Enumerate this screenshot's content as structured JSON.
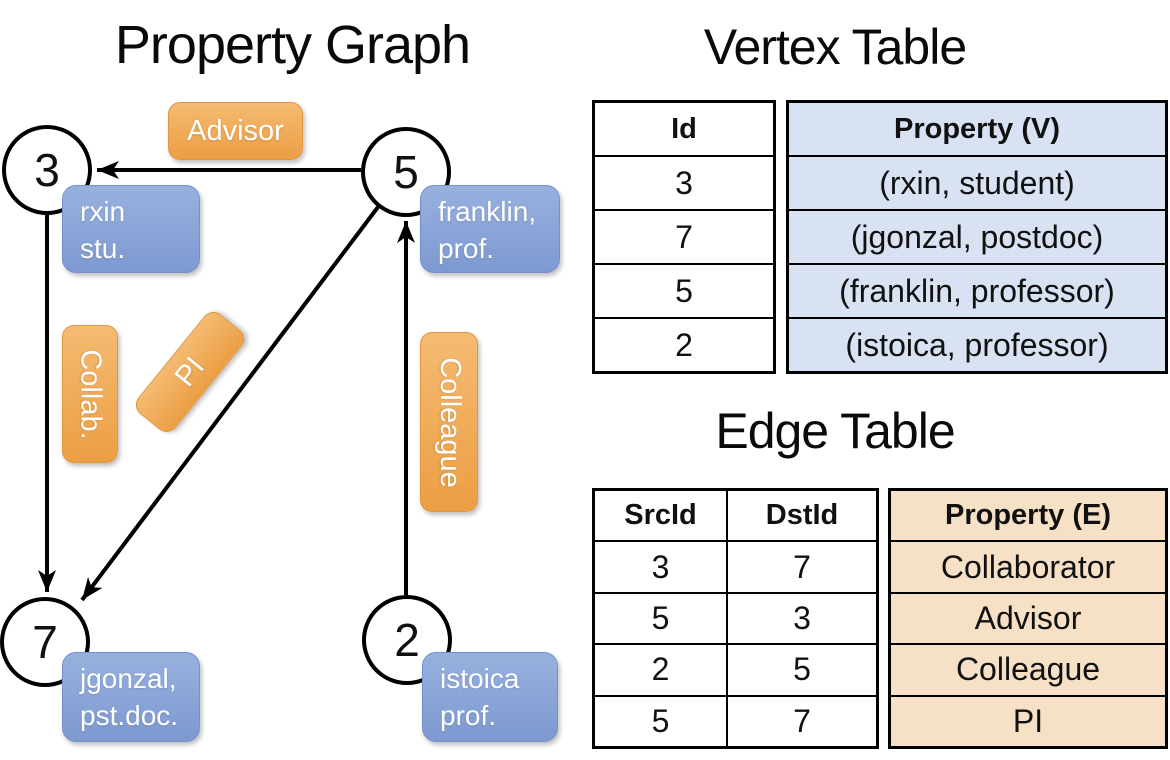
{
  "titles": {
    "property_graph": "Property Graph",
    "vertex_table": "Vertex Table",
    "edge_table": "Edge Table"
  },
  "graph": {
    "vertices": [
      {
        "id": "3",
        "label_line1": "rxin",
        "label_line2": "stu."
      },
      {
        "id": "5",
        "label_line1": "franklin,",
        "label_line2": "prof."
      },
      {
        "id": "7",
        "label_line1": "jgonzal,",
        "label_line2": "pst.doc."
      },
      {
        "id": "2",
        "label_line1": "istoica",
        "label_line2": "prof."
      }
    ],
    "edge_labels": [
      {
        "text": "Advisor",
        "edge": "5->3"
      },
      {
        "text": "Collab.",
        "edge": "3->7"
      },
      {
        "text": "PI",
        "edge": "5->7"
      },
      {
        "text": "Colleague",
        "edge": "2->5"
      }
    ]
  },
  "vertex_table": {
    "headers": {
      "id": "Id",
      "property": "Property (V)"
    },
    "rows": [
      {
        "id": "3",
        "property": "(rxin, student)"
      },
      {
        "id": "7",
        "property": "(jgonzal, postdoc)"
      },
      {
        "id": "5",
        "property": "(franklin, professor)"
      },
      {
        "id": "2",
        "property": "(istoica, professor)"
      }
    ]
  },
  "edge_table": {
    "headers": {
      "src": "SrcId",
      "dst": "DstId",
      "property": "Property (E)"
    },
    "rows": [
      {
        "src": "3",
        "dst": "7",
        "property": "Collaborator"
      },
      {
        "src": "5",
        "dst": "3",
        "property": "Advisor"
      },
      {
        "src": "2",
        "dst": "5",
        "property": "Colleague"
      },
      {
        "src": "5",
        "dst": "7",
        "property": "PI"
      }
    ]
  },
  "colors": {
    "edge_label_fill": "#EFA750",
    "vertex_label_fill": "#87A3D6",
    "vertex_property_cell": "#D9E2F3",
    "edge_property_cell": "#F6E1C6",
    "line": "#000000",
    "background": "#FFFFFF"
  }
}
